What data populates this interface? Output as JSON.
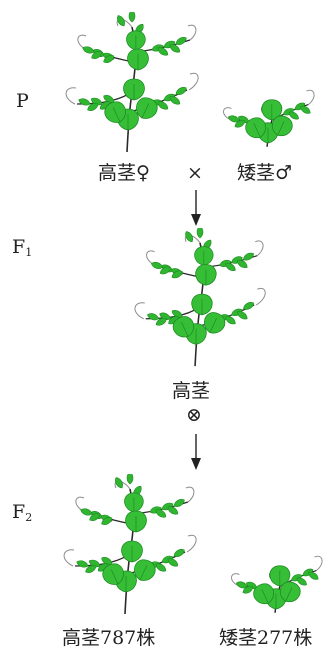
{
  "generations": {
    "p": "P",
    "f1": {
      "base": "F",
      "sub": "1"
    },
    "f2": {
      "base": "F",
      "sub": "2"
    }
  },
  "parents": {
    "tall": "高茎♀",
    "cross_symbol": "×",
    "dwarf": "矮茎♂"
  },
  "f1": {
    "label": "高茎",
    "selfing_symbol": "⊗"
  },
  "f2": {
    "tall": "高茎787株",
    "dwarf": "矮茎277株"
  },
  "colors": {
    "leaf": "#2fb52f",
    "leaf_dark": "#1d8a22",
    "stem": "#2a2a2a",
    "tendril": "#8c8c8c",
    "text": "#222222"
  }
}
